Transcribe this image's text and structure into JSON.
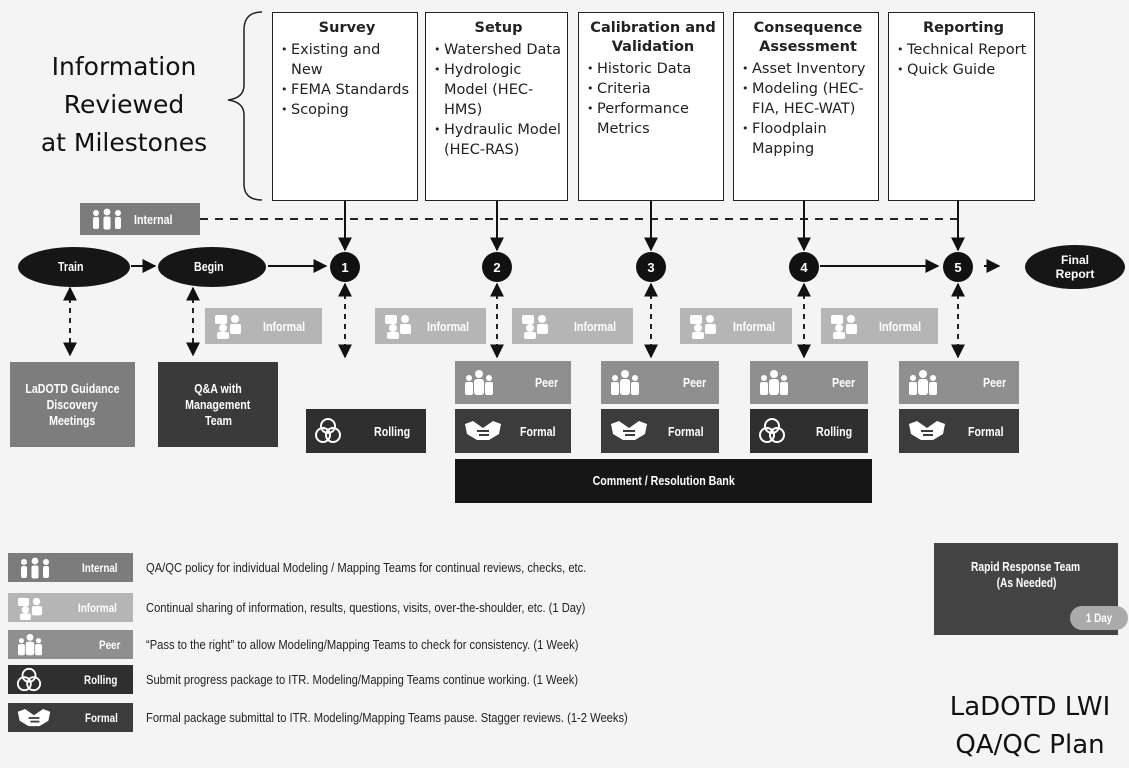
{
  "heading": {
    "line1": "Information",
    "line2": "Reviewed",
    "line3": "at Milestones"
  },
  "milestones": [
    {
      "title1": "Survey",
      "title2": "",
      "items": [
        "Existing and New",
        "FEMA Standards",
        "Scoping"
      ]
    },
    {
      "title1": "Setup",
      "title2": "",
      "items": [
        "Watershed Data",
        "Hydrologic Model (HEC-HMS)",
        "Hydraulic Model (HEC-RAS)"
      ]
    },
    {
      "title1": "Calibration and",
      "title2": "Validation",
      "items": [
        "Historic Data",
        "Criteria",
        "Performance Metrics"
      ]
    },
    {
      "title1": "Consequence",
      "title2": "Assessment",
      "items": [
        "Asset Inventory",
        "Modeling (HEC-FIA, HEC-WAT)",
        "Floodplain Mapping"
      ]
    },
    {
      "title1": "Reporting",
      "title2": "",
      "items": [
        "Technical Report",
        "Quick Guide"
      ]
    }
  ],
  "flow": {
    "train": "Train",
    "begin": "Begin",
    "steps": [
      "1",
      "2",
      "3",
      "4",
      "5"
    ],
    "final1": "Final",
    "final2": "Report"
  },
  "labels": {
    "internal": "Internal",
    "informal": "Informal",
    "peer": "Peer",
    "formal": "Formal",
    "rolling": "Rolling"
  },
  "side_boxes": {
    "guidance1": "LaDOTD Guidance",
    "guidance2": "Discovery",
    "guidance3": "Meetings",
    "qa1": "Q&A with",
    "qa2": "Management",
    "qa3": "Team"
  },
  "comment_bank": "Comment / Resolution Bank",
  "legend": [
    {
      "label": "Internal",
      "desc": "QA/QC policy for individual Modeling / Mapping Teams for continual reviews, checks, etc."
    },
    {
      "label": "Informal",
      "desc": "Continual sharing of information, results, questions, visits, over-the-shoulder, etc. (1 Day)"
    },
    {
      "label": "Peer",
      "desc": "“Pass to the right” to allow Modeling/Mapping Teams to check for consistency. (1 Week)"
    },
    {
      "label": "Rolling",
      "desc": "Submit progress package to ITR. Modeling/Mapping Teams continue working. (1 Week)"
    },
    {
      "label": "Formal",
      "desc": "Formal package submittal to ITR. Modeling/Mapping Teams pause. Stagger reviews. (1-2 Weeks)"
    }
  ],
  "rapid_response": {
    "line1": "Rapid Response Team",
    "line2": "(As Needed)",
    "badge": "1 Day"
  },
  "plan_title": {
    "line1": "LaDOTD LWI",
    "line2": "QA/QC Plan"
  },
  "colors": {
    "dark": "#161616",
    "internal": "#7c7c7c",
    "informal": "#b5b5b5",
    "peer": "#8f8f8f",
    "formal": "#3c3c3c"
  }
}
